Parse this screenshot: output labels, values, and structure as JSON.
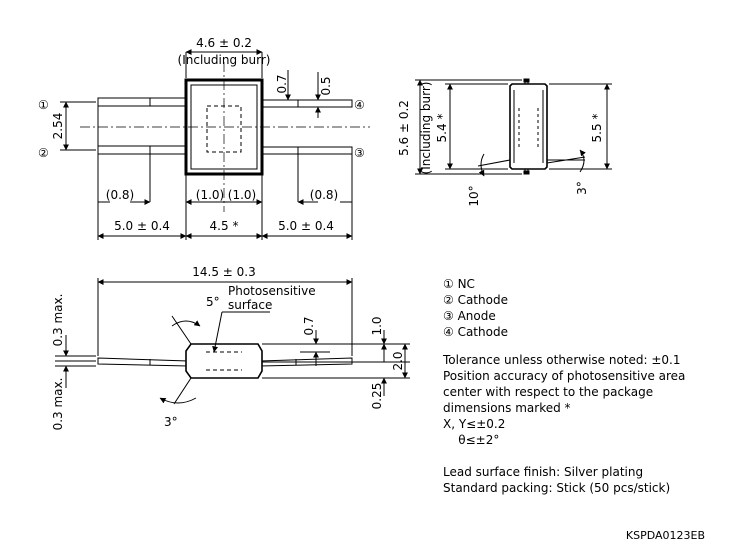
{
  "top_view": {
    "width_dim": "4.6 ± 0.2",
    "width_note": "(Including burr)",
    "lead_thickness": "0.7",
    "lead_width": "0.5",
    "pitch": "2.54",
    "lead_offset_left": "(0.8)",
    "center_left": "(1.0)",
    "center_right": "(1.0)",
    "lead_offset_right": "(0.8)",
    "lead_len_left": "5.0 ± 0.4",
    "body_width": "4.5 *",
    "lead_len_right": "5.0 ± 0.4",
    "pins": [
      "①",
      "②",
      "③",
      "④"
    ]
  },
  "side_view": {
    "height_dim": "5.6 ± 0.2",
    "height_note": "(Including burr)",
    "body_height": "5.4 *",
    "area_height": "5.5 *",
    "angle_left": "10°",
    "angle_right": "3°"
  },
  "bottom_view": {
    "total_length": "14.5 ± 0.3",
    "photosensitive_label": [
      "Photosensitive",
      "surface"
    ],
    "angle_top": "5°",
    "angle_bottom": "3°",
    "max_top": "0.3 max.",
    "max_bottom": "0.3 max.",
    "depth": "0.7",
    "top_thick": "1.0",
    "thickness": "2.0",
    "bottom_thick": "0.25"
  },
  "notes": {
    "pins": [
      "① NC",
      "② Cathode",
      "③ Anode",
      "④ Cathode"
    ],
    "tolerance": [
      "Tolerance unless otherwise noted: ±0.1",
      "Position accuracy of photosensitive area",
      "center with respect to the package",
      "dimensions marked *",
      "X, Y≤±0.2",
      "    θ≤±2°"
    ],
    "finish": [
      "Lead surface finish: Silver plating",
      "Standard packing: Stick (50 pcs/stick)"
    ]
  },
  "drawing_code": "KSPDA0123EB"
}
